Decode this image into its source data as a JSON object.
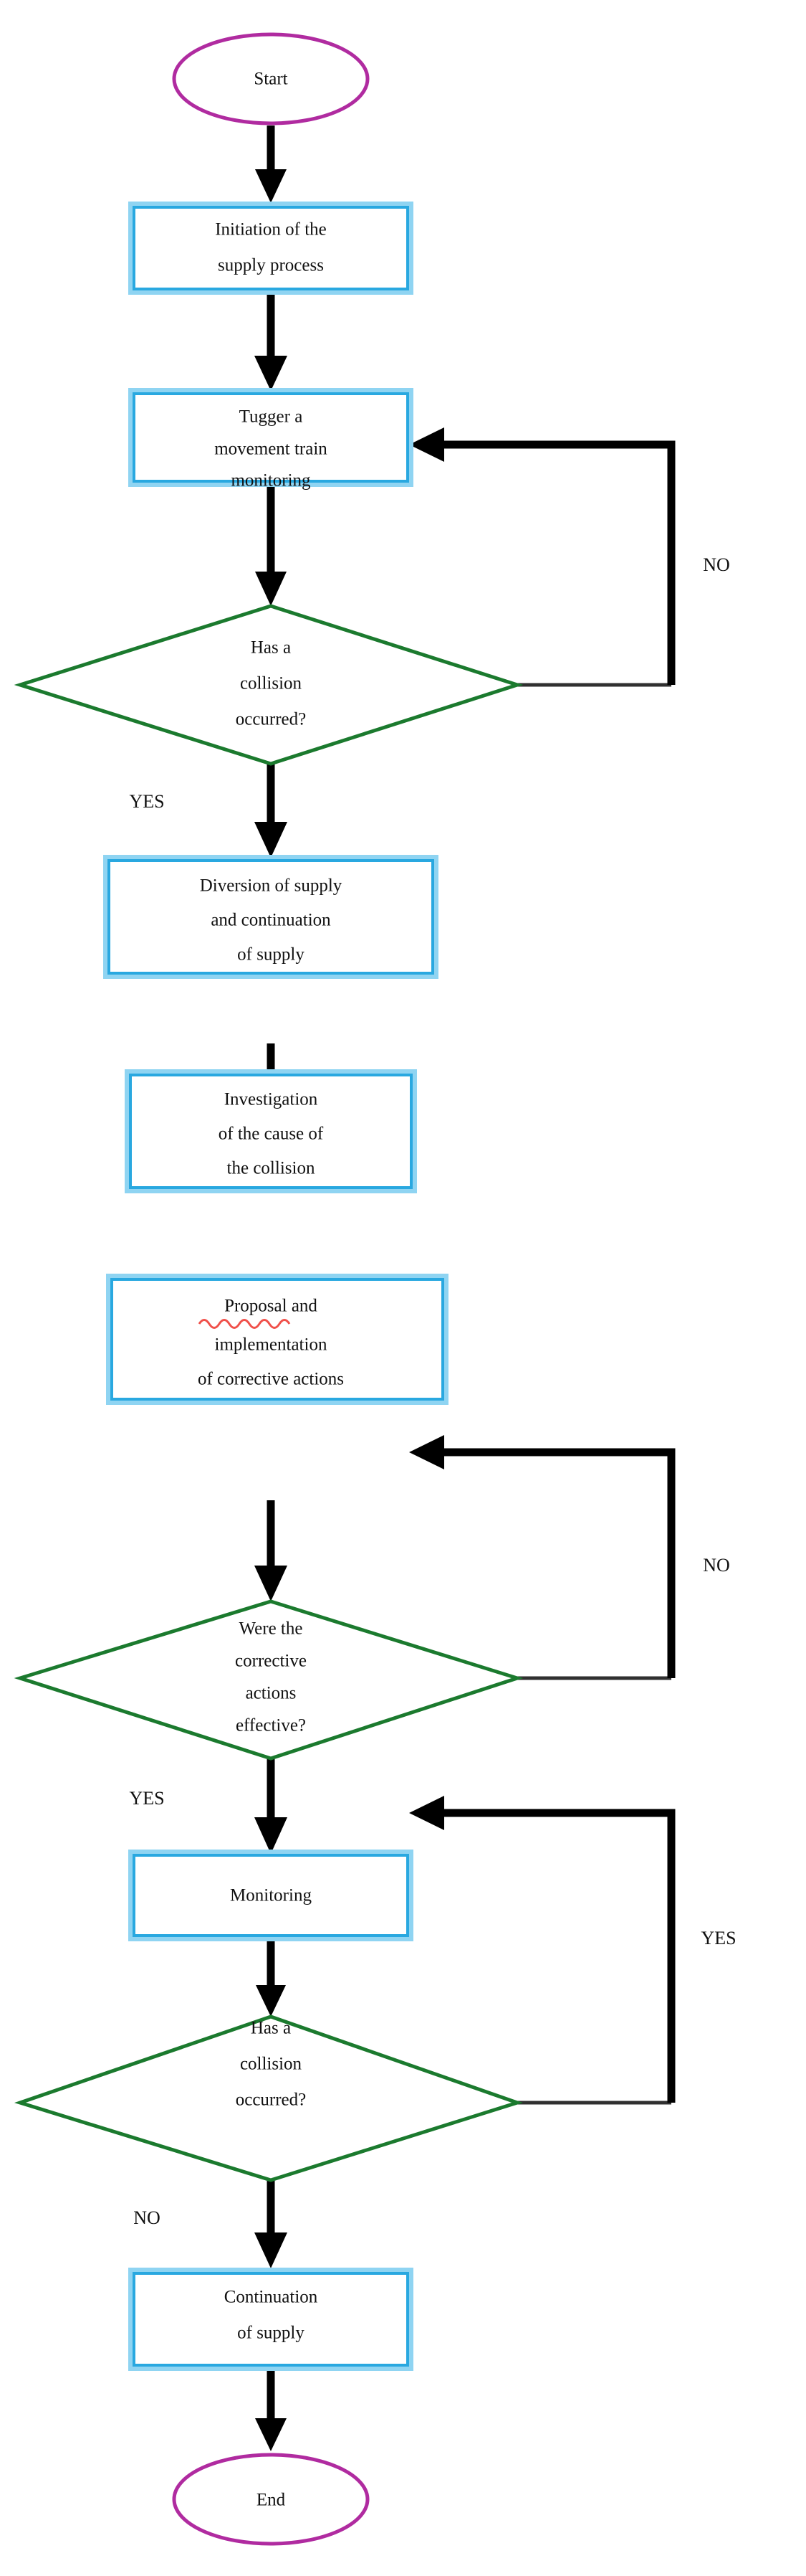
{
  "diagram": {
    "title": "Supply process collision handling flowchart",
    "type": "flowchart",
    "colors": {
      "terminator_border": "#b02ba0",
      "process_border": "#29a8e0",
      "process_border_glow": "#8fd4f2",
      "decision_border": "#1b7a2e",
      "connector": "#000000",
      "text": "#111111",
      "spellcheck_underline": "#f0504a",
      "background": "#ffffff"
    },
    "nodes": [
      {
        "id": "start",
        "shape": "terminator",
        "lines": [
          "Start"
        ]
      },
      {
        "id": "initiation",
        "shape": "process",
        "lines": [
          "Initiation of the",
          "supply process"
        ]
      },
      {
        "id": "tugger",
        "shape": "process",
        "lines": [
          "Tugger a",
          "movement train",
          "monitoring"
        ]
      },
      {
        "id": "collision_q1",
        "shape": "decision",
        "lines": [
          "Has a",
          "collision",
          "occurred?"
        ]
      },
      {
        "id": "diversion",
        "shape": "process",
        "lines": [
          "Diversion of supply",
          "and continuation",
          "of supply"
        ]
      },
      {
        "id": "investigation",
        "shape": "process",
        "lines": [
          "Investigation",
          "of the cause of",
          "the collision"
        ]
      },
      {
        "id": "proposal",
        "shape": "process",
        "lines": [
          "Proposal and",
          "implementation",
          "of corrective actions"
        ],
        "spellcheck_word": "Proposal"
      },
      {
        "id": "effective_q",
        "shape": "decision",
        "lines": [
          "Were the",
          "corrective",
          "actions",
          "effective?"
        ]
      },
      {
        "id": "monitoring",
        "shape": "process",
        "lines": [
          "Monitoring"
        ]
      },
      {
        "id": "collision_q2",
        "shape": "decision",
        "lines": [
          "Has a",
          "collision",
          "occurred?"
        ]
      },
      {
        "id": "continuation",
        "shape": "process",
        "lines": [
          "Continuation",
          "of supply"
        ]
      },
      {
        "id": "end",
        "shape": "terminator",
        "lines": [
          "End"
        ]
      }
    ],
    "edge_labels": [
      {
        "id": "no_loop_1",
        "text": "NO"
      },
      {
        "id": "yes_1",
        "text": "YES"
      },
      {
        "id": "no_loop_2",
        "text": "NO"
      },
      {
        "id": "yes_2",
        "text": "YES"
      },
      {
        "id": "yes_loop_3",
        "text": "YES"
      },
      {
        "id": "no_3",
        "text": "NO"
      }
    ],
    "edges": [
      {
        "from": "start",
        "to": "initiation",
        "label": ""
      },
      {
        "from": "initiation",
        "to": "tugger",
        "label": ""
      },
      {
        "from": "tugger",
        "to": "collision_q1",
        "label": ""
      },
      {
        "from": "collision_q1",
        "to": "tugger",
        "label": "NO"
      },
      {
        "from": "collision_q1",
        "to": "diversion",
        "label": "YES"
      },
      {
        "from": "diversion",
        "to": "investigation",
        "label": ""
      },
      {
        "from": "investigation",
        "to": "proposal",
        "label": ""
      },
      {
        "from": "proposal",
        "to": "effective_q",
        "label": ""
      },
      {
        "from": "effective_q",
        "to": "proposal",
        "label": "NO"
      },
      {
        "from": "effective_q",
        "to": "monitoring",
        "label": "YES"
      },
      {
        "from": "monitoring",
        "to": "collision_q2",
        "label": ""
      },
      {
        "from": "collision_q2",
        "to": "monitoring",
        "label": "YES"
      },
      {
        "from": "collision_q2",
        "to": "continuation",
        "label": "NO"
      },
      {
        "from": "continuation",
        "to": "end",
        "label": ""
      }
    ]
  }
}
